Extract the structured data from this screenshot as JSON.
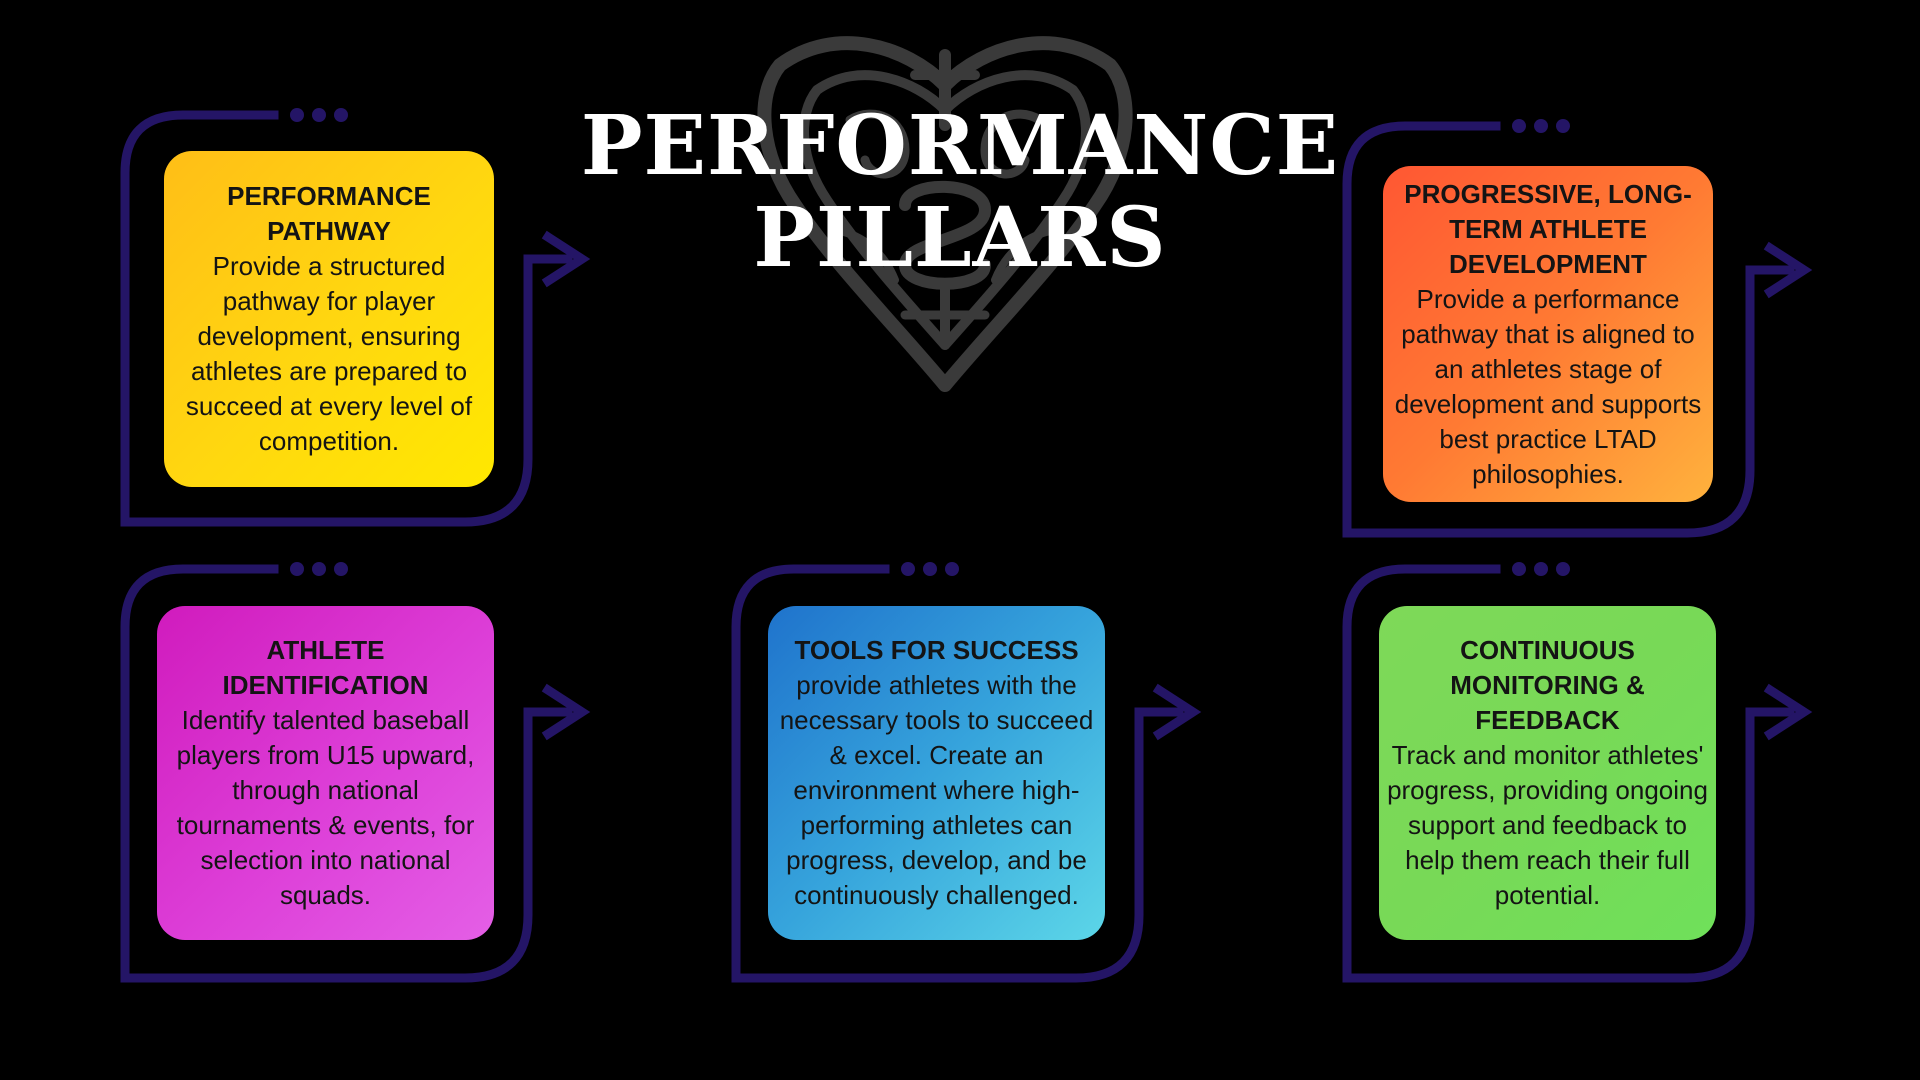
{
  "title": {
    "line1": "PERFORMANCE",
    "line2": "PILLARS"
  },
  "colors": {
    "background": "#000000",
    "connector": "#241566",
    "emblem": "#3a3a3a",
    "title": "#ffffff"
  },
  "icons": {
    "emblem": "carved-heart-emblem",
    "arrow": "arrow-right-icon",
    "dots": "ellipsis-dots"
  },
  "pillars": {
    "pathway": {
      "heading": "PERFORMANCE PATHWAY",
      "text": "Provide a structured pathway for player development, ensuring athletes are prepared to succeed at every level of competition."
    },
    "ltad": {
      "heading": "PROGRESSIVE, LONG-TERM ATHLETE DEVELOPMENT",
      "text": "Provide a performance pathway that is aligned to an athletes stage of development and supports best practice LTAD philosophies."
    },
    "athlete": {
      "heading": "ATHLETE IDENTIFICATION",
      "text": "Identify talented baseball players from U15 upward, through national tournaments & events, for selection into national squads."
    },
    "tools": {
      "heading": "TOOLS FOR SUCCESS",
      "text": "provide athletes with the necessary tools to succeed & excel. Create an environment where high-performing athletes can progress, develop, and be continuously challenged."
    },
    "monitor": {
      "heading": "CONTINUOUS MONITORING & FEEDBACK",
      "text": "Track and monitor athletes' progress, providing ongoing support and feedback to help them reach their full potential."
    }
  }
}
